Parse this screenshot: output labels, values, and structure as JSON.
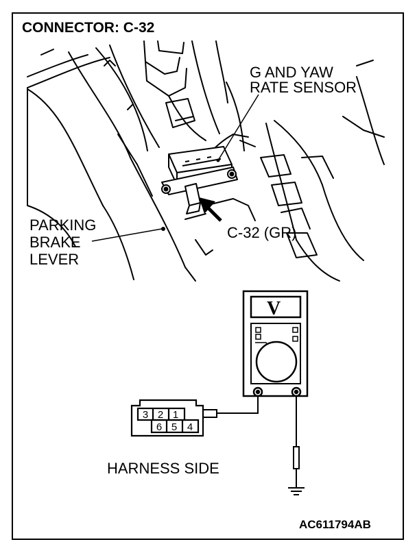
{
  "title": "CONNECTOR: C-32",
  "sensor_label": [
    "G AND YAW",
    "RATE SENSOR"
  ],
  "connector_label": "C-32 (GR)",
  "lever_label": [
    "PARKING",
    "BRAKE",
    "LEVER"
  ],
  "harness_label": "HARNESS SIDE",
  "voltmeter_symbol": "V",
  "connector_pins": {
    "top_row": [
      "3",
      "2",
      "1"
    ],
    "bottom_row": [
      "6",
      "5",
      "4"
    ]
  },
  "figure_code": "AC611794AB"
}
